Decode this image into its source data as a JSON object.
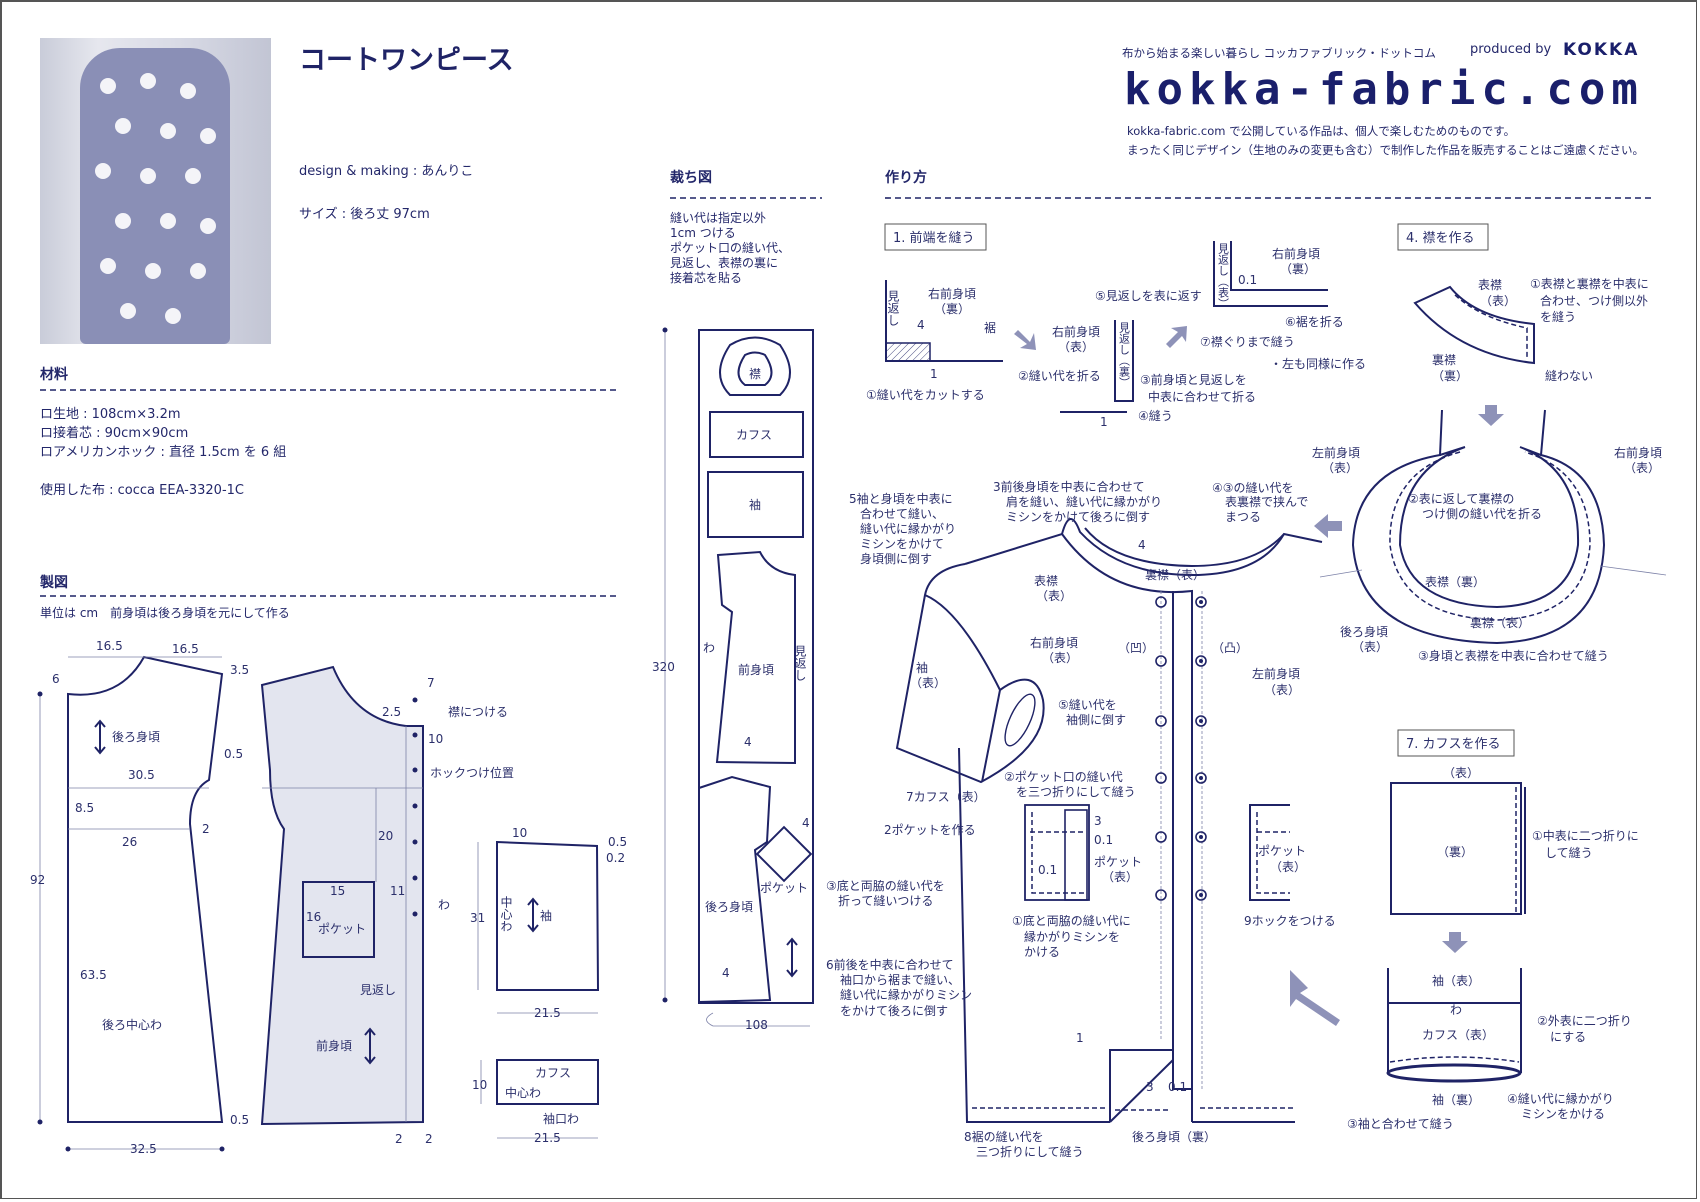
{
  "header": {
    "title": "コートワンピース",
    "designer": "design & making : あんりこ",
    "size": "サイズ : 後ろ丈 97cm"
  },
  "brand": {
    "tagline": "布から始まる楽しい暮らし コッカファブリック・ドットコム",
    "produced_by": "produced by",
    "company": "KOKKA",
    "logo": "kokka-fabric.com",
    "notice": [
      "kokka-fabric.com で公開している作品は、個人で楽しむためのものです。",
      "まったく同じデザイン（生地のみの変更も含む）で制作した作品を販売することはご遠慮ください。"
    ]
  },
  "materials": {
    "heading": "材料",
    "items": [
      "ロ生地 : 108cm×3.2m",
      "ロ接着芯 : 90cm×90cm",
      "ロアメリカンホック : 直径 1.5cm を 6 組"
    ],
    "fabric_used": "使用した布 : cocca EEA-3320-1C"
  },
  "drafting": {
    "heading": "製図",
    "note": "単位は cm　前身頃は後ろ身頃を元にして作る",
    "back_labels": [
      "16.5",
      "16.5",
      "6",
      "3.5",
      "後ろ身頃",
      "0.5",
      "30.5",
      "8.5",
      "2",
      "26",
      "92",
      "63.5",
      "後ろ中心わ",
      "0.5",
      "32.5"
    ],
    "front_labels": [
      "7",
      "2.5",
      "襟につける",
      "10",
      "ホックつけ位置",
      "20",
      "15",
      "11",
      "わ",
      "16",
      "ポケット",
      "見返し",
      "前身頃",
      "2",
      "2"
    ],
    "sleeve_labels": [
      "10",
      "0.5",
      "0.2",
      "31",
      "中心わ",
      "袖",
      "21.5"
    ],
    "cuff_labels": [
      "カフス",
      "中心わ",
      "10",
      "袖口わ",
      "21.5"
    ]
  },
  "cutting": {
    "heading": "裁ち図",
    "notes": [
      "縫い代は指定以外",
      "1cm つける",
      "ポケット口の縫い代、",
      "見返し、表襟の裏に",
      "接着芯を貼る"
    ],
    "labels": [
      "襟",
      "カフス",
      "袖",
      "わ",
      "前身頃",
      "見返し",
      "4",
      "後ろ身頃",
      "ポケット",
      "4",
      "4",
      "320",
      "108"
    ]
  },
  "making": {
    "heading": "作り方",
    "step1": {
      "title": "1. 前端を縫う",
      "labels": [
        "見返し",
        "右前身頃",
        "（裏）",
        "4",
        "裾",
        "1",
        "①縫い代をカットする",
        "右前身頃",
        "（表）",
        "見返し（裏）",
        "②縫い代を折る",
        "③前身頃と見返しを",
        "中表に合わせて折る",
        "④縫う",
        "1",
        "見返し（表）",
        "右前身頃",
        "（裏）",
        "0.1",
        "⑤見返しを表に返す",
        "⑥裾を折る",
        "⑦襟ぐりまで縫う",
        "・左も同様に作る"
      ]
    },
    "step4": {
      "title": "4. 襟を作る",
      "labels": [
        "表襟",
        "（表）",
        "①表襟と裏襟を中表に",
        "合わせ、つけ側以外",
        "を縫う",
        "裏襟",
        "（裏）",
        "縫わない",
        "左前身頃",
        "（表）",
        "右前身頃",
        "（表）",
        "②表に返して裏襟の",
        "つけ側の縫い代を折る",
        "表襟（裏）",
        "裏襟（表）",
        "後ろ身頃",
        "（表）",
        "③身頃と表襟を中表に合わせて縫う"
      ]
    },
    "main": {
      "labels": [
        "5袖と身頃を中表に",
        "合わせて縫い、",
        "縫い代に縁かがり",
        "ミシンをかけて",
        "身頃側に倒す",
        "3前後身頃を中表に合わせて",
        "肩を縫い、縫い代に縁かがり",
        "ミシンをかけて後ろに倒す",
        "④③の縫い代を",
        "表裏襟で挟んで",
        "まつる",
        "4",
        "表襟",
        "（表）",
        "裏襟（表）",
        "右前身頃",
        "（表）",
        "（凹）",
        "（凸）",
        "左前身頃",
        "（表）",
        "袖",
        "（表）",
        "⑤縫い代を",
        "袖側に倒す",
        "7カフス（表）",
        "②ポケット口の縫い代",
        "を三つ折りにして縫う",
        "2ポケットを作る",
        "3",
        "0.1",
        "ポケット",
        "（表）",
        "0.1",
        "③底と両脇の縫い代を",
        "折って縫いつける",
        "①底と両脇の縫い代に",
        "縁かがりミシンを",
        "かける",
        "ポケット",
        "（表）",
        "9ホックをつける",
        "6前後を中表に合わせて",
        "袖口から裾まで縫い、",
        "縫い代に縁かがりミシン",
        "をかけて後ろに倒す",
        "1",
        "3",
        "0.1",
        "8裾の縫い代を",
        "三つ折りにして縫う",
        "後ろ身頃（裏）"
      ]
    },
    "step7": {
      "title": "7. カフスを作る",
      "labels": [
        "（表）",
        "（裏）",
        "①中表に二つ折りに",
        "して縫う",
        "袖（表）",
        "わ",
        "カフス（表）",
        "袖（裏）",
        "②外表に二つ折り",
        "にする",
        "④縫い代に縁かがり",
        "ミシンをかける",
        "③袖と合わせて縫う"
      ]
    }
  },
  "colors": {
    "ink": "#23276a",
    "shade": "#e3e5ef",
    "arrow": "#8e92b8"
  }
}
